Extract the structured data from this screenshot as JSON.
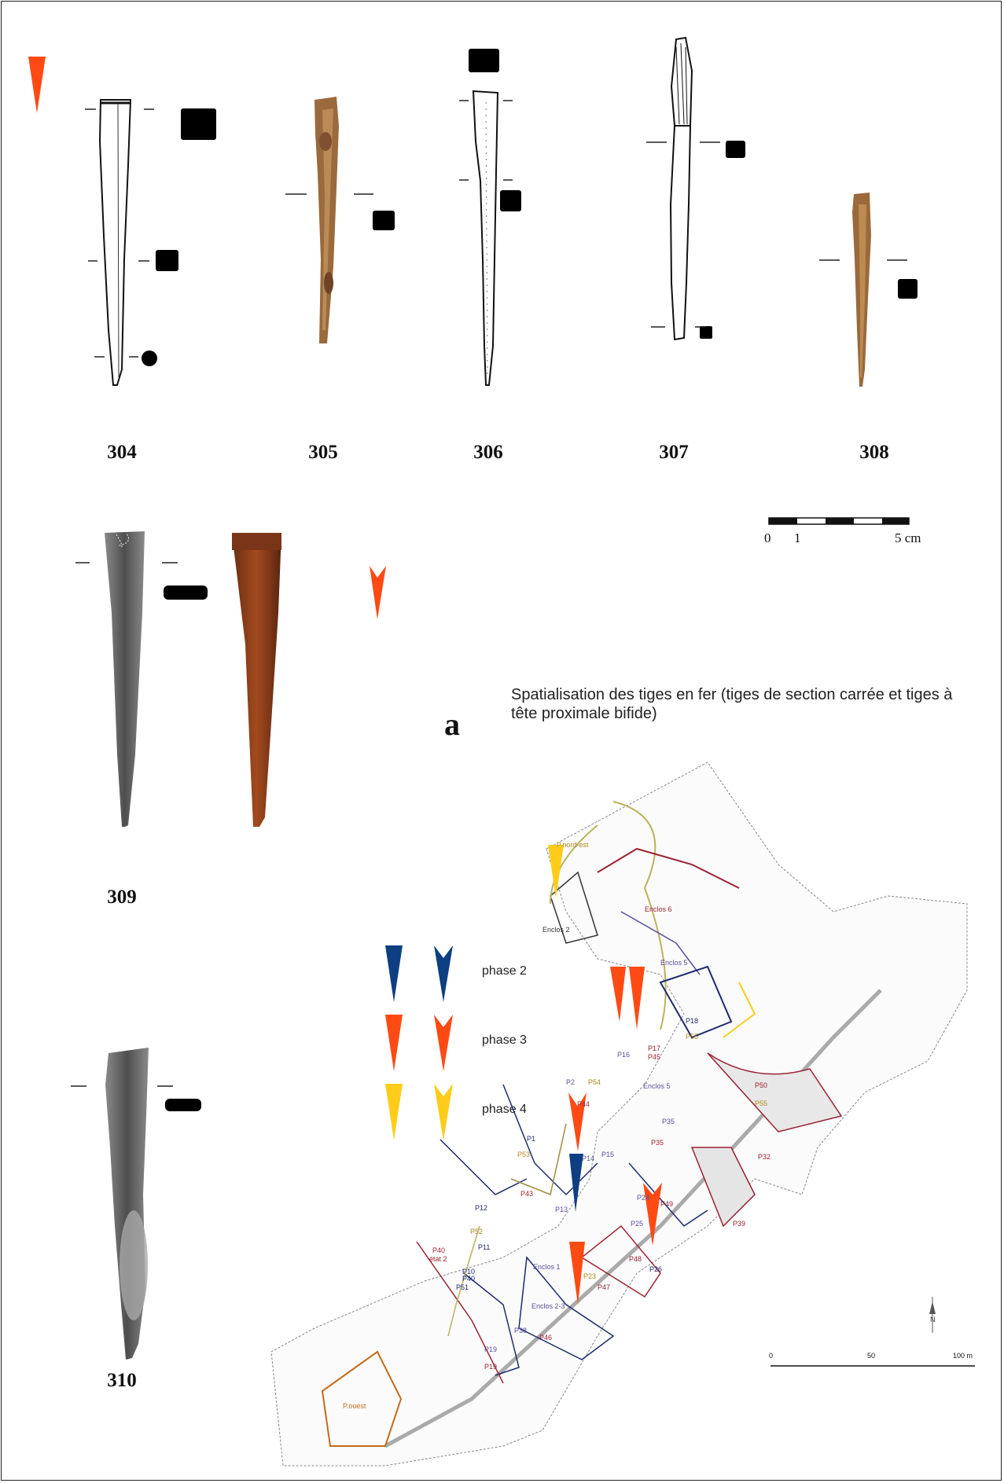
{
  "objects": {
    "row1": [
      "304",
      "305",
      "306",
      "307",
      "308"
    ],
    "row2": [
      "309",
      "310"
    ]
  },
  "scale_bar": {
    "zero": "0",
    "one": "1",
    "five": "5 cm"
  },
  "panel_letter": "a",
  "map_title": "Spatialisation des tiges en fer (tiges de section carrée et tiges à tête proximale bifide)",
  "legend": [
    {
      "label": "phase 2",
      "color": "#0d3f82"
    },
    {
      "label": "phase 3",
      "color": "#ff4a14"
    },
    {
      "label": "phase 4",
      "color": "#ffcc1a"
    }
  ],
  "map_labels": {
    "p_nord_est": "P.nord-est",
    "enclos_2": "Enclos 2",
    "enclos_6": "Enclos 6",
    "enclos_5a": "Enclos 5",
    "enclos_5b": "Enclos 5",
    "p18": "P18",
    "p55a": "P55",
    "p55b": "P55",
    "p16": "P16",
    "p17": "P17",
    "p45": "P45",
    "p2": "P2",
    "p54": "P54",
    "p44": "P44",
    "p50": "P50",
    "p35a": "P35",
    "p35b": "P35",
    "p32": "P32",
    "p1": "P1",
    "p53": "P53",
    "p14": "P14",
    "p15": "P15",
    "p24": "P24",
    "p49": "P49",
    "p43": "P43",
    "p13": "P13",
    "p12": "P12",
    "p25": "P25",
    "p39": "P39",
    "p52": "P52",
    "p11": "P11",
    "p40": "P40",
    "etat2": "état 2",
    "p48": "P48",
    "enclos_1": "Enclos 1",
    "p10": "P10",
    "p40b": "P40",
    "p51": "P51",
    "p23": "P23",
    "p26": "P26",
    "p47": "P47",
    "enclos_23": "Enclos 2-3",
    "p38": "P38",
    "p46": "P46",
    "p19a": "P19",
    "p19b": "P19",
    "p_ouest": "P.ouest",
    "north": "N"
  },
  "map_scale": {
    "zero": "0",
    "mid": "50",
    "end": "100 m"
  },
  "colors": {
    "phase2": "#0d3f82",
    "phase3": "#ff4a14",
    "phase4": "#ffcc1a",
    "rust": "#8a4a22"
  }
}
